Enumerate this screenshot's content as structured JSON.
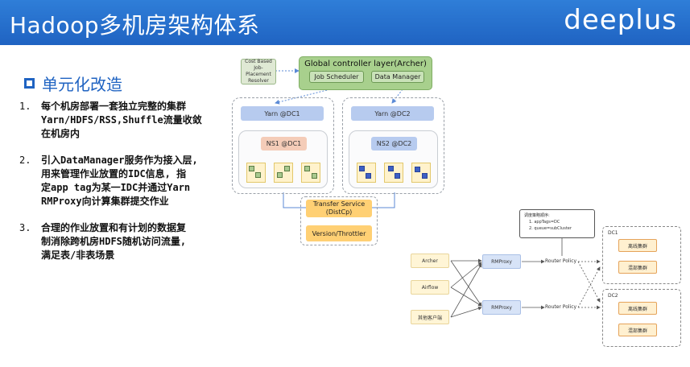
{
  "header": {
    "title": "Hadoop多机房架构体系",
    "logo": "deeplus"
  },
  "section": {
    "title": "单元化改造"
  },
  "list": [
    {
      "num": "1.",
      "text": "每个机房部署一套独立完整的集群\nYarn/HDFS/RSS,Shuffle流量收敛\n在机房内"
    },
    {
      "num": "2.",
      "text": "引入DataManager服务作为接入层,\n用来管理作业放置的IDC信息, 指\n定app tag为某一IDC并通过Yarn\nRMProxy向计算集群提交作业"
    },
    {
      "num": "3.",
      "text": "合理的作业放置和有计划的数据复\n制消除跨机房HDFS随机访问流量,\n满足表/非表场景"
    }
  ],
  "arch": {
    "cost_based": "Cost Based\nJob-Placement\nResolver",
    "global_controller": "Global controller layer(Archer)",
    "job_scheduler": "Job Scheduler",
    "data_manager": "Data Manager",
    "yarn_dc1": "Yarn @DC1",
    "yarn_dc2": "Yarn @DC2",
    "ns1": "NS1 @DC1",
    "ns2": "NS2 @DC2",
    "transfer_service": "Transfer Service",
    "transfer_sub": "(DistCp)",
    "version": "Version/Throttler"
  },
  "routing": {
    "callout_title": "调度策略顺序:",
    "callout_line1": "1. appTags=DC",
    "callout_line2": "2. queue=subCluster",
    "clients": [
      "Archer",
      "Airflow",
      "其他客户端"
    ],
    "rmproxy": "RMProxy",
    "router_policy": "Router Policy",
    "dc1": "DC1",
    "dc2": "DC2",
    "online_cluster": "离线集群",
    "mixed_cluster": "混部集群"
  },
  "colors": {
    "header_blue": "#1f63c2",
    "green": "#a8d08d",
    "yarn_blue": "#b7cbef",
    "orange": "#ffd074"
  }
}
